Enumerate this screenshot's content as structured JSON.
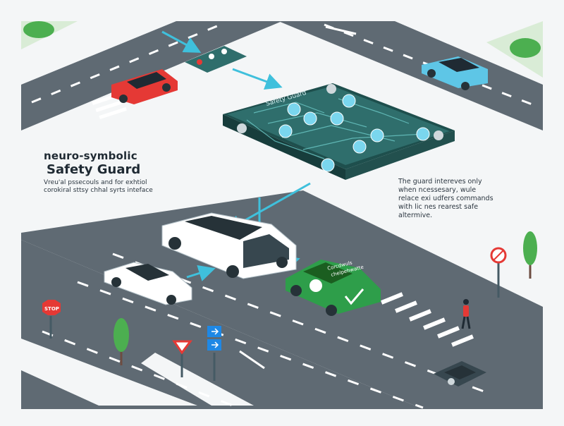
{
  "diagram": {
    "title_line1": "neuro-symbolic",
    "title_line2": "Safety Guard",
    "subtitle_lines": [
      "Vreu'al pssecouls and for exhtiol",
      "corokiral sttsy chhal syrts inteface"
    ],
    "board_label": "Safety Guard",
    "note_lines": [
      "The guard intereves only",
      "when ncessesary, wule",
      "relace exi udfers commands",
      "with lic nes rearest safe",
      "altermive."
    ],
    "green_car_label_lines": [
      "Corcdwuls",
      "chelpehwatte"
    ],
    "stop_sign_text": "STOP",
    "colors": {
      "road": "#5f6a73",
      "arrow": "#3fc0dc",
      "board": "#2f6e6c",
      "red_car": "#e53935",
      "blue_car": "#5ec6e6",
      "green_car": "#2e9e4a",
      "grass": "#4caf50"
    }
  }
}
